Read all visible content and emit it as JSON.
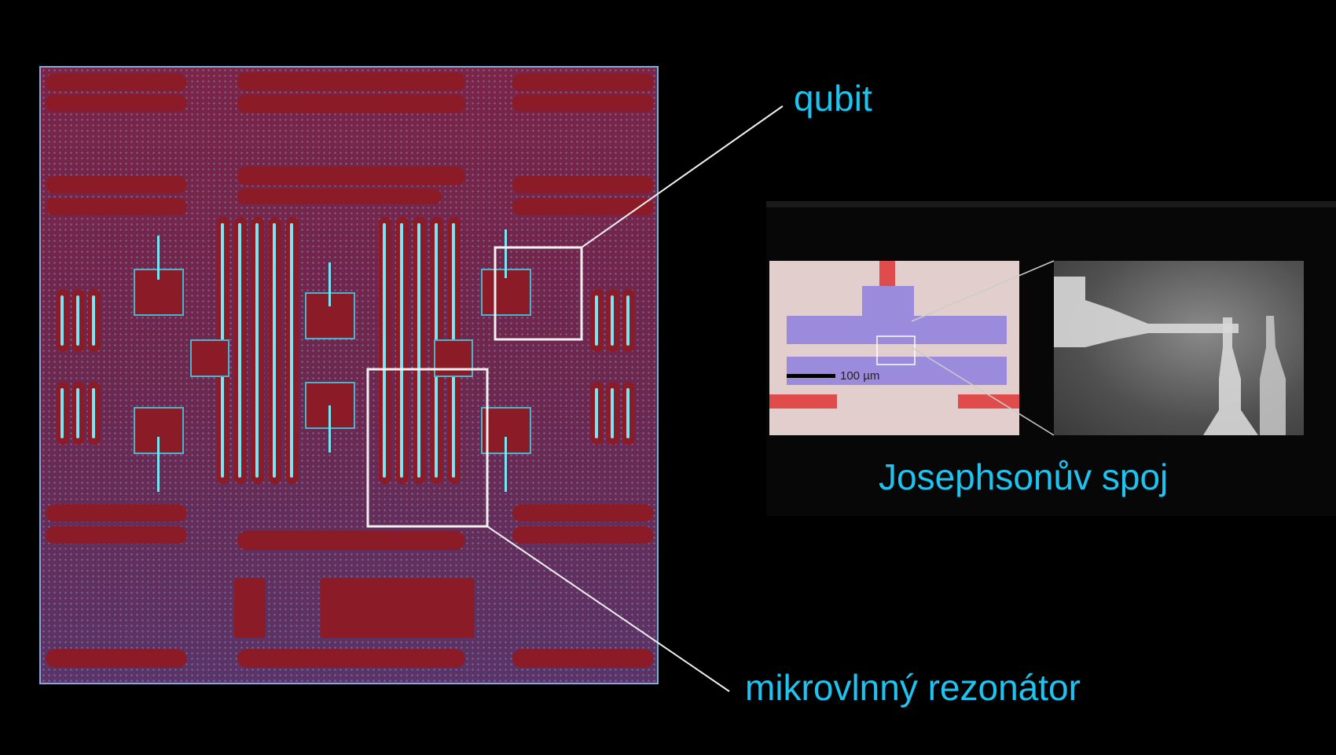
{
  "labels": {
    "qubit": "qubit",
    "resonator": "mikrovlnný rezonátor",
    "junction": "Josephsonův spoj",
    "scale_bar": "100 µm"
  },
  "colors": {
    "background": "#000000",
    "label_text": "#1ec3f0",
    "chip_metal": "#8c1b28",
    "chip_trace": "#7be4f2",
    "callout_line": "#f0f0f0"
  }
}
